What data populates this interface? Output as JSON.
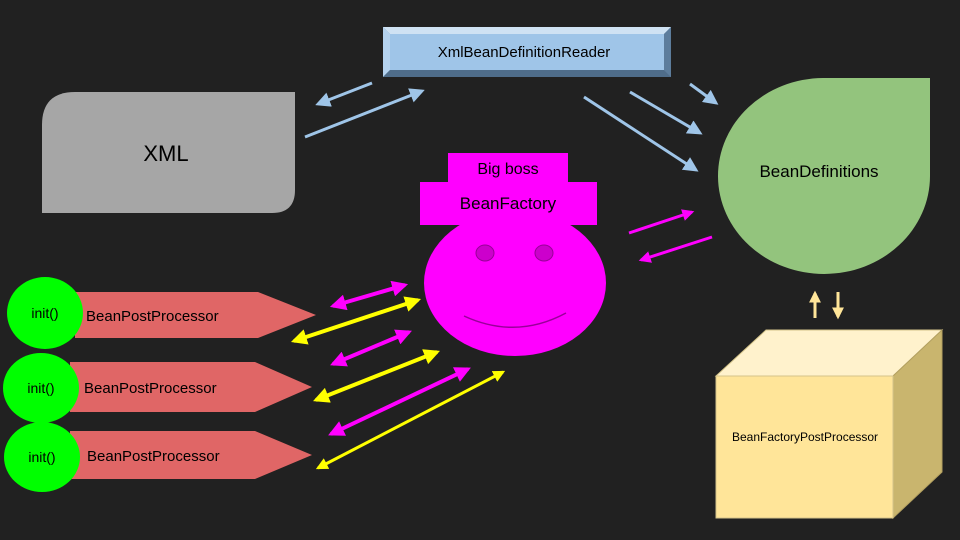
{
  "reader": {
    "label": "XmlBeanDefinitionReader"
  },
  "xml": {
    "label": "XML"
  },
  "bean_definitions": {
    "label": "BeanDefinitions"
  },
  "bean_factory": {
    "hat_top_label": "Big boss",
    "hat_brim_label": "BeanFactory"
  },
  "post_processors": [
    {
      "init_label": "init()",
      "label": "BeanPostProcessor"
    },
    {
      "init_label": "init()",
      "label": "BeanPostProcessor"
    },
    {
      "init_label": "init()",
      "label": "BeanPostProcessor"
    }
  ],
  "factory_post_processor": {
    "label": "BeanFactoryPostProcessor"
  },
  "colors": {
    "background": "#212121",
    "reader_box": "#9fc5e8",
    "xml_shape": "#a6a6a6",
    "bean_definitions": "#93c47d",
    "bean_factory": "#ff00ff",
    "post_processor": "#e06666",
    "init_circle": "#00ff00",
    "factory_post_processor": "#ffe599",
    "arrow_blue": "#9fc5e8",
    "arrow_magenta": "#ff00ff",
    "arrow_yellow": "#ffff00",
    "arrow_cream": "#ffe599"
  }
}
